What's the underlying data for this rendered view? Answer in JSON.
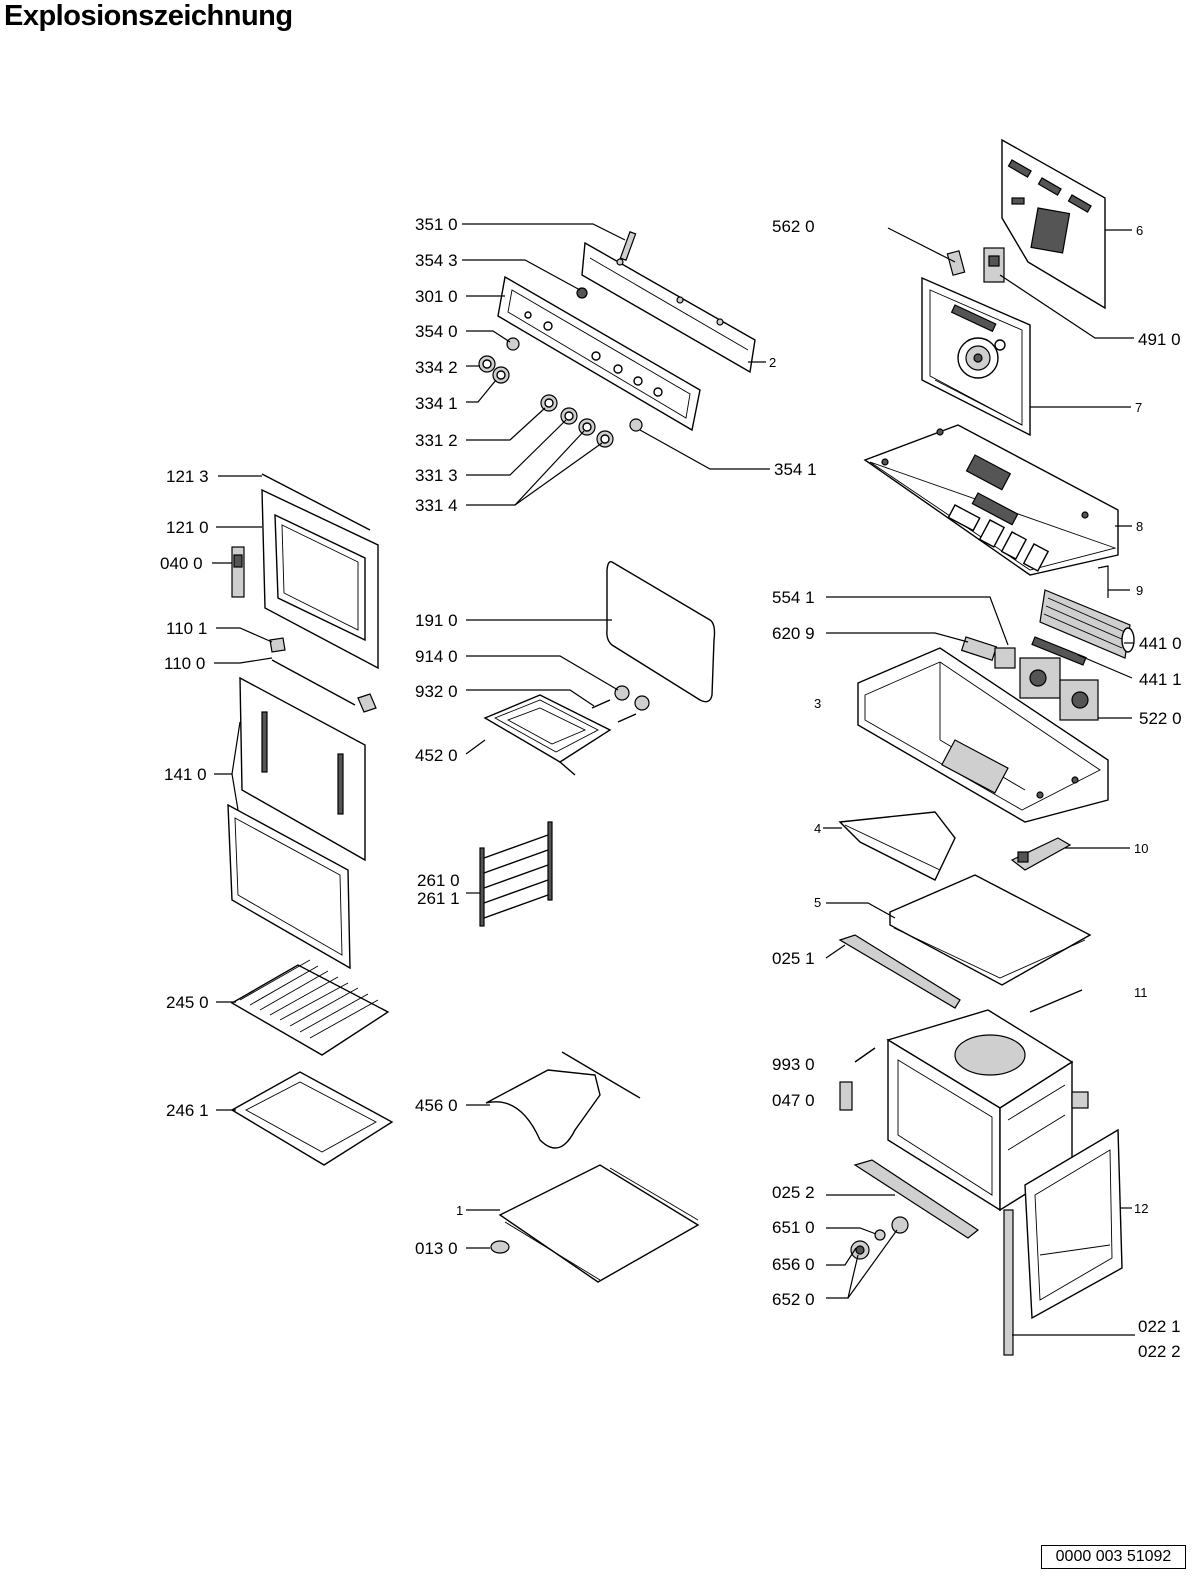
{
  "title": "Explosionszeichnung",
  "document_number": "0000 003 51092",
  "labels": {
    "l3510": "351 0",
    "l3543": "354 3",
    "l3010": "301 0",
    "l3540": "354 0",
    "l3342": "334 2",
    "l3341": "334 1",
    "l3312": "331 2",
    "l3313": "331 3",
    "l3314": "331 4",
    "l3541": "354 1",
    "l2": "2",
    "l5620": "562 0",
    "l6": "6",
    "l4910": "491 0",
    "l7": "7",
    "l8": "8",
    "l9": "9",
    "l5541": "554 1",
    "l6209": "620 9",
    "l4410": "441 0",
    "l4411": "441 1",
    "l3": "3",
    "l5220": "522 0",
    "l4": "4",
    "l10": "10",
    "l5": "5",
    "l0251": "025 1",
    "l11": "11",
    "l9930": "993 0",
    "l0470": "047 0",
    "l0252": "025 2",
    "l6510": "651 0",
    "l6560": "656 0",
    "l6520": "652 0",
    "l12": "12",
    "l0221": "022 1",
    "l0222": "022 2",
    "l1213": "121 3",
    "l1210": "121 0",
    "l0400": "040 0",
    "l1101": "110 1",
    "l1100": "110 0",
    "l1410": "141 0",
    "l2450": "245 0",
    "l2461": "246 1",
    "l1910": "191 0",
    "l9140": "914 0",
    "l9320": "932 0",
    "l4520": "452 0",
    "l2610": "261 0",
    "l2611": "261 1",
    "l4560": "456 0",
    "l1": "1",
    "l0130": "013 0"
  }
}
